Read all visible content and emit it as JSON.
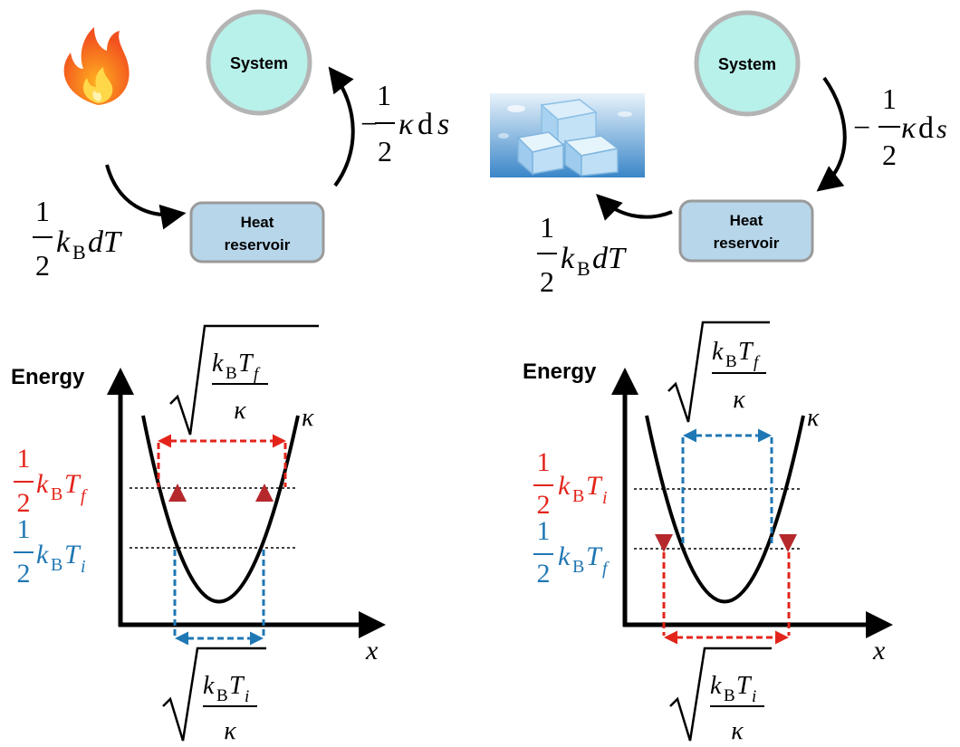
{
  "colors": {
    "system_fill": "#b8f0ea",
    "system_stroke": "#b4b4b4",
    "reservoir_fill": "#b7d6ea",
    "reservoir_stroke": "#9a9a9a",
    "hot": "#e3241b",
    "cold": "#1f77b4",
    "arrow_red": "#b5282b",
    "arrow_blue": "#2a6fb0",
    "ink": "#000000"
  },
  "icons": {
    "heat_source": "fire-icon",
    "cold_sink": "ice-cubes-icon"
  },
  "heating": {
    "system_label": "System",
    "reservoir_label_line1": "Heat",
    "reservoir_label_line2": "reservoir",
    "work": {
      "sign": "−",
      "num": "1",
      "den": "2",
      "kappa": "κ",
      "d": "d",
      "s": "s"
    },
    "heat": {
      "num": "1",
      "den": "2",
      "k": "k",
      "sub": "B",
      "dT": "dT"
    }
  },
  "cooling": {
    "system_label": "System",
    "reservoir_label_line1": "Heat",
    "reservoir_label_line2": "reservoir",
    "work": {
      "sign": "−",
      "num": "1",
      "den": "2",
      "kappa": "κ",
      "d": "d",
      "s": "s"
    },
    "heat": {
      "num": "1",
      "den": "2",
      "k": "k",
      "sub": "B",
      "dT": "dT"
    }
  },
  "plot_heating": {
    "y_axis_label": "Energy",
    "x_axis_label": "x",
    "curve_label": "κ",
    "upper_level": {
      "num": "1",
      "den": "2",
      "k": "k",
      "sub": "B",
      "T": "T",
      "idx": "f"
    },
    "lower_level": {
      "num": "1",
      "den": "2",
      "k": "k",
      "sub": "B",
      "T": "T",
      "idx": "i"
    },
    "top_width": {
      "k": "k",
      "sub": "B",
      "T": "T",
      "idx": "f",
      "den": "κ"
    },
    "bottom_width": {
      "k": "k",
      "sub": "B",
      "T": "T",
      "idx": "i",
      "den": "κ"
    }
  },
  "plot_cooling": {
    "y_axis_label": "Energy",
    "x_axis_label": "x",
    "curve_label": "κ",
    "upper_level": {
      "num": "1",
      "den": "2",
      "k": "k",
      "sub": "B",
      "T": "T",
      "idx": "i"
    },
    "lower_level": {
      "num": "1",
      "den": "2",
      "k": "k",
      "sub": "B",
      "T": "T",
      "idx": "f"
    },
    "top_width": {
      "k": "k",
      "sub": "B",
      "T": "T",
      "idx": "f",
      "den": "κ"
    },
    "bottom_width": {
      "k": "k",
      "sub": "B",
      "T": "T",
      "idx": "i",
      "den": "κ"
    }
  }
}
